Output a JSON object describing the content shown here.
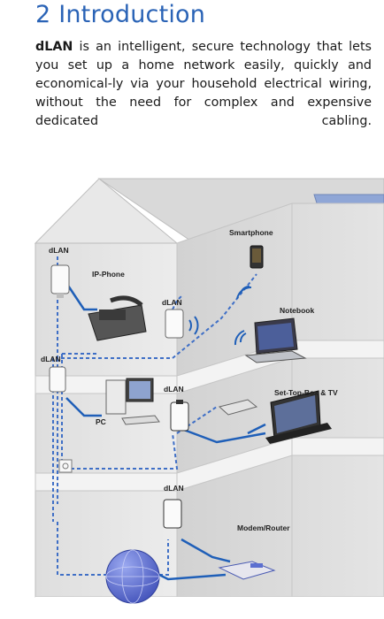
{
  "heading": {
    "number": "2",
    "title": "Introduction"
  },
  "intro": {
    "lead": "dLAN",
    "text": " is an intelligent, secure technology that lets you set up a home network easily, quickly and economical-ly via your household electrical wiring, without the need for complex and expensive dedicated cabling."
  },
  "illustration": {
    "labels": {
      "dlan_top": "dLAN",
      "ip_phone": "IP-Phone",
      "smartphone": "Smartphone",
      "dlan_mid_upper": "dLAN",
      "notebook": "Notebook",
      "dlan_left_mid": "dLAN",
      "dlan_mid": "dLAN",
      "set_top_box": "Set-Top-Box & TV",
      "pc": "PC",
      "dlan_bottom": "dLAN",
      "modem_router": "Modem/Router"
    },
    "colors": {
      "wall": "#e6e6e6",
      "wall_dark": "#cfcfcf",
      "floor": "#f2f2f2",
      "ethernet": "#1f5fb8",
      "powerline_dashed": "#3f6fc6",
      "roof_window": "#8fa6d6",
      "globe": "#5c6fd0"
    }
  }
}
